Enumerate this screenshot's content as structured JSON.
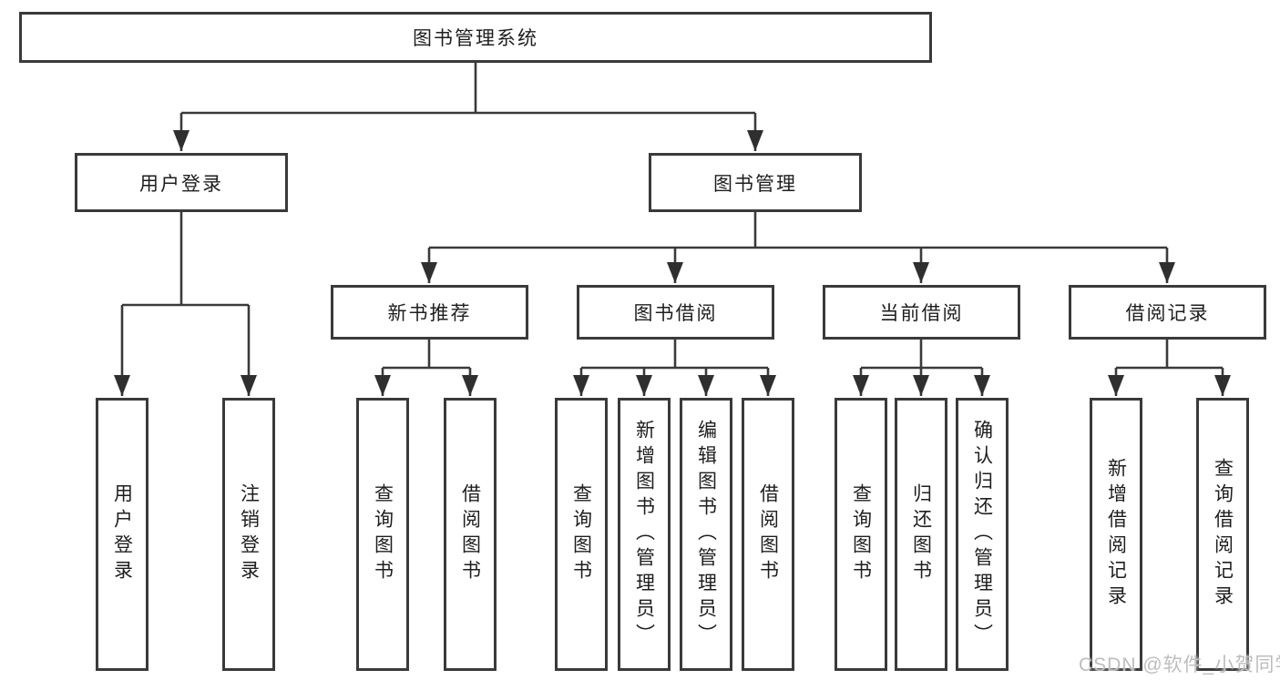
{
  "nodes": {
    "root": "图书管理系统",
    "user_login": "用户登录",
    "book_mgmt": "图书管理",
    "new_book_rec": "新书推荐",
    "book_borrow": "图书借阅",
    "current_borrow": "当前借阅",
    "borrow_record": "借阅记录"
  },
  "leaves": [
    "用户登录",
    "注销登录",
    "查询图书",
    "借阅图书",
    "查询图书",
    "新增图书（管理员）",
    "编辑图书（管理员）",
    "借阅图书",
    "查询图书",
    "归还图书",
    "确认归还（管理员）",
    "新增借阅记录",
    "查询借阅记录"
  ],
  "watermark": {
    "text": "CSDN @软件_小贺同学"
  },
  "colors": {
    "line": "#3a3a3a",
    "box_border": "#3a3a3a",
    "text": "#1e1e1e",
    "watermark": "#bdbdbd",
    "background": "#ffffff"
  }
}
